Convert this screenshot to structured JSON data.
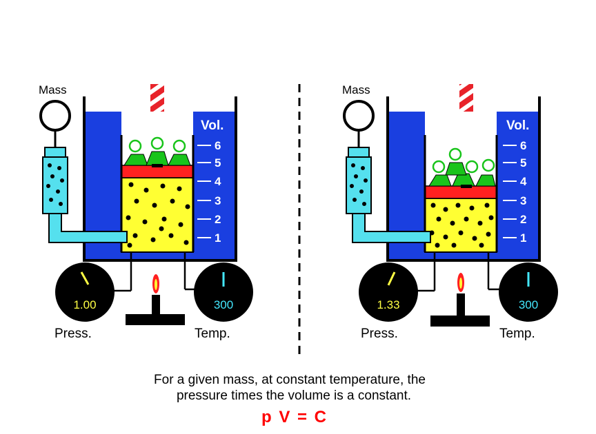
{
  "labels": {
    "mass": "Mass",
    "vol": "Vol.",
    "press": "Press.",
    "temp": "Temp."
  },
  "scale_numbers": [
    "6",
    "5",
    "4",
    "3",
    "2",
    "1"
  ],
  "left_apparatus": {
    "pressure": "1.00",
    "temperature": "300",
    "gas_volume_level": 4
  },
  "right_apparatus": {
    "pressure": "1.33",
    "temperature": "300",
    "gas_volume_level": 3
  },
  "caption": {
    "line1": "For a given mass, at constant temperature, the",
    "line2": "pressure times  the volume is  a constant.",
    "equation": "p V =  C"
  },
  "colors": {
    "water": "#1a3fe0",
    "gas": "#ffff33",
    "piston": "#ff2020",
    "weights": "#19c41b",
    "pipe": "#55e0ee",
    "dial_text_pressure": "#ffff44",
    "dial_text_temp": "#44e8ff"
  }
}
